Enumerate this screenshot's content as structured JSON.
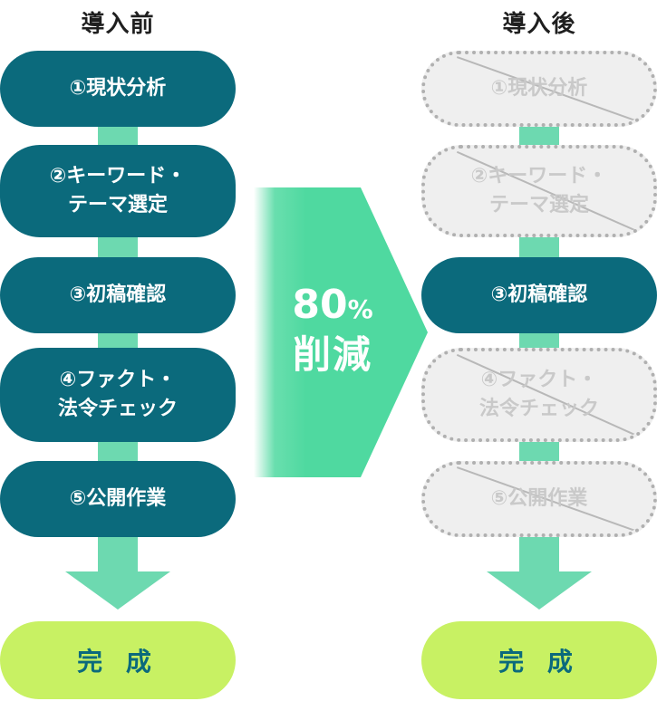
{
  "before": {
    "title": "導入前",
    "steps": [
      {
        "label": "①現状分析",
        "state": "active"
      },
      {
        "label": "②キーワード・\nテーマ選定",
        "state": "active"
      },
      {
        "label": "③初稿確認",
        "state": "active"
      },
      {
        "label": "④ファクト・\n法令チェック",
        "state": "active"
      },
      {
        "label": "⑤公開作業",
        "state": "active"
      }
    ],
    "done_label": "完 成"
  },
  "after": {
    "title": "導入後",
    "steps": [
      {
        "label": "①現状分析",
        "state": "removed"
      },
      {
        "label": "②キーワード・\nテーマ選定",
        "state": "removed"
      },
      {
        "label": "③初稿確認",
        "state": "active"
      },
      {
        "label": "④ファクト・\n法令チェック",
        "state": "removed"
      },
      {
        "label": "⑤公開作業",
        "state": "removed"
      }
    ],
    "done_label": "完 成"
  },
  "reduction": {
    "value": "80",
    "unit": "%",
    "label": "削減"
  },
  "colors": {
    "step_active": "#0b6a7c",
    "step_removed": "#efefef",
    "connector": "#6dd9b0",
    "arrow": "#5fd6a8",
    "done": "#c8f163"
  }
}
